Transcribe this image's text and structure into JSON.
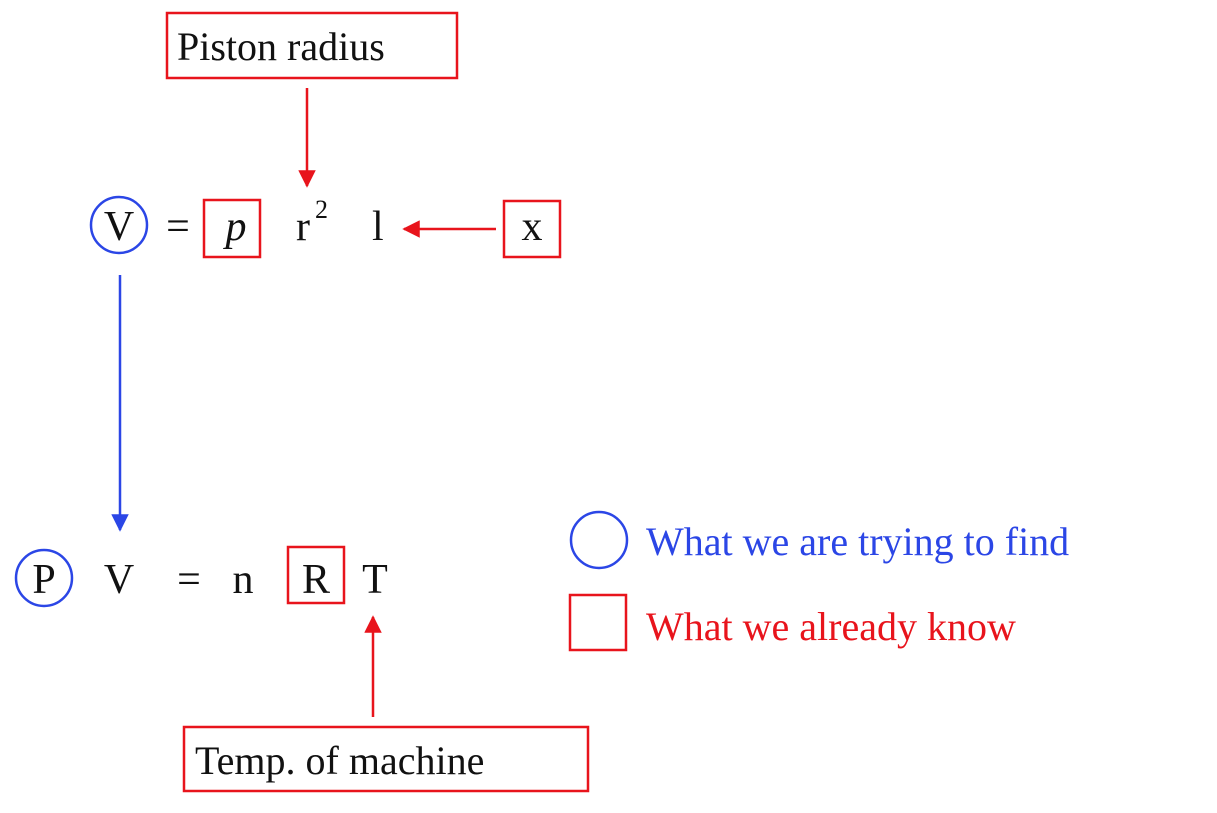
{
  "colors": {
    "red": "#e8141c",
    "blue": "#2b46e6",
    "text": "#111111"
  },
  "labels": {
    "piston_radius": "Piston radius",
    "temp_of_machine": "Temp. of machine"
  },
  "equation1": {
    "V": "V",
    "equals": "=",
    "p": "p",
    "r": "r",
    "exponent": "2",
    "l": "l",
    "x": "x"
  },
  "equation2": {
    "P": "P",
    "V": "V",
    "equals": "=",
    "n": "n",
    "R": "R",
    "T": "T"
  },
  "legend": {
    "find_label": "What we are trying to find",
    "know_label": "What we already know"
  }
}
